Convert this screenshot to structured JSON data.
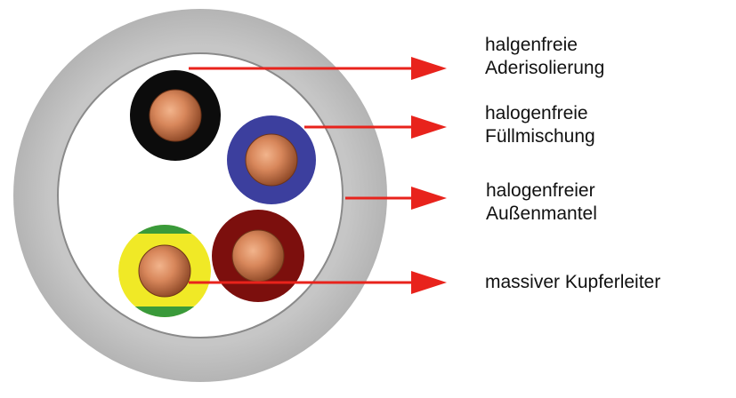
{
  "diagram": {
    "labels": [
      {
        "id": "aderisolierung",
        "lines": [
          "halgenfreie",
          "Aderisolierung"
        ]
      },
      {
        "id": "fuellmischung",
        "lines": [
          "halogenfreie",
          "Füllmischung"
        ]
      },
      {
        "id": "aussenmantel",
        "lines": [
          "halogenfreier",
          "Außenmantel"
        ]
      },
      {
        "id": "kupferleiter",
        "lines": [
          "massiver Kupferleiter"
        ]
      }
    ],
    "colors": {
      "outer_sheath": "#c2c2c2",
      "filler": "#ffffff",
      "core_black": "#0c0c0c",
      "core_blue": "#3c3f9e",
      "core_red": "#7c0f0d",
      "core_yellow": "#f0e926",
      "core_green_stripe": "#3a9a3a",
      "copper": "#d8875b",
      "arrow": "#e8231c"
    }
  }
}
